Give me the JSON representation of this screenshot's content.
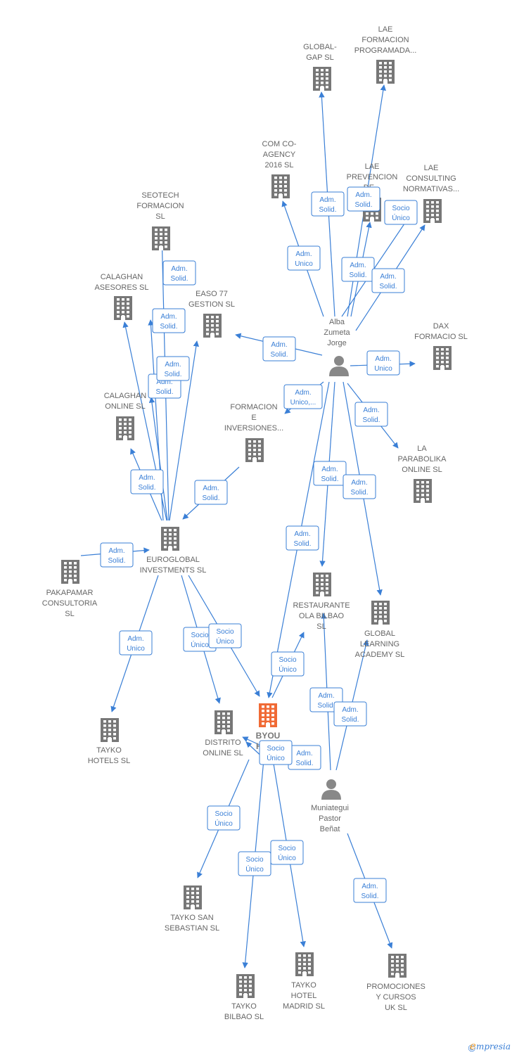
{
  "colors": {
    "edge": "#3a7fd6",
    "company": "#777777",
    "focus": "#f06a35",
    "person": "#888888"
  },
  "nodes": [
    {
      "id": "global_gap",
      "type": "company",
      "lines": [
        "GLOBAL-",
        "GAP SL"
      ]
    },
    {
      "id": "lae_formacion",
      "type": "company",
      "lines": [
        "LAE",
        "FORMACION",
        "PROGRAMADA..."
      ]
    },
    {
      "id": "com_co",
      "type": "company",
      "lines": [
        "COM CO-",
        "AGENCY",
        "2016  SL"
      ]
    },
    {
      "id": "lae_prevencion",
      "type": "company",
      "lines": [
        "LAE",
        "PREVENCION",
        "DE..."
      ]
    },
    {
      "id": "lae_consulting",
      "type": "company",
      "lines": [
        "LAE",
        "CONSULTING",
        "NORMATIVAS..."
      ]
    },
    {
      "id": "seotech",
      "type": "company",
      "lines": [
        "SEOTECH",
        "FORMACION",
        "SL"
      ]
    },
    {
      "id": "calaghan_asesores",
      "type": "company",
      "lines": [
        "CALAGHAN",
        "ASESORES SL"
      ]
    },
    {
      "id": "easo77",
      "type": "company",
      "lines": [
        "EASO 77",
        "GESTION SL"
      ]
    },
    {
      "id": "alba",
      "type": "person",
      "lines": [
        "Alba",
        "Zumeta",
        "Jorge"
      ]
    },
    {
      "id": "dax",
      "type": "company",
      "lines": [
        "DAX",
        "FORMACIO  SL"
      ]
    },
    {
      "id": "calaghan_online",
      "type": "company",
      "lines": [
        "CALAGHAN",
        "ONLINE SL"
      ]
    },
    {
      "id": "formacion_inv",
      "type": "company",
      "lines": [
        "FORMACION",
        "E",
        "INVERSIONES..."
      ]
    },
    {
      "id": "parabolika",
      "type": "company",
      "lines": [
        "LA",
        "PARABOLIKA",
        "ONLINE  SL"
      ]
    },
    {
      "id": "euroglobal",
      "type": "company",
      "lines": [
        "EUROGLOBAL",
        "INVESTMENTS SL"
      ]
    },
    {
      "id": "pakapamar",
      "type": "company",
      "lines": [
        "PAKAPAMAR",
        "CONSULTORIA",
        "SL"
      ]
    },
    {
      "id": "restaurante",
      "type": "company",
      "lines": [
        "RESTAURANTE",
        "OLA BILBAO",
        "SL"
      ]
    },
    {
      "id": "global_learning",
      "type": "company",
      "lines": [
        "GLOBAL",
        "LEARNING",
        "ACADEMY  SL"
      ]
    },
    {
      "id": "tayko_hotels",
      "type": "company",
      "lines": [
        "TAYKO",
        "HOTELS  SL"
      ]
    },
    {
      "id": "distrito",
      "type": "company",
      "lines": [
        "DISTRITO",
        "ONLINE SL"
      ]
    },
    {
      "id": "byou",
      "type": "focus",
      "lines": [
        "BYOU",
        "HOT..."
      ]
    },
    {
      "id": "muniategui",
      "type": "person",
      "lines": [
        "Muniategui",
        "Pastor",
        "Beñat"
      ]
    },
    {
      "id": "tayko_sebastian",
      "type": "company",
      "lines": [
        "TAYKO SAN",
        "SEBASTIAN  SL"
      ]
    },
    {
      "id": "tayko_bilbao",
      "type": "company",
      "lines": [
        "TAYKO",
        "BILBAO  SL"
      ]
    },
    {
      "id": "tayko_madrid",
      "type": "company",
      "lines": [
        "TAYKO",
        "HOTEL",
        "MADRID  SL"
      ]
    },
    {
      "id": "promociones",
      "type": "company",
      "lines": [
        "PROMOCIONES",
        "Y CURSOS",
        "UK SL"
      ]
    }
  ],
  "edges": [
    {
      "from": "alba",
      "to": "global_gap",
      "label": [
        "Adm.",
        "Solid."
      ]
    },
    {
      "from": "alba",
      "to": "lae_formacion",
      "label": [
        "Adm.",
        "Solid."
      ]
    },
    {
      "from": "alba",
      "to": "com_co",
      "label": [
        "Adm.",
        "Unico"
      ]
    },
    {
      "from": "alba",
      "to": "lae_prevencion",
      "label": [
        "Adm.",
        "Solid."
      ]
    },
    {
      "from": "alba",
      "to": "lae_consulting",
      "label": [
        "Socio",
        "Único"
      ]
    },
    {
      "from": "alba",
      "to": "lae_consulting",
      "label": [
        "Adm.",
        "Solid."
      ]
    },
    {
      "from": "alba",
      "to": "easo77",
      "label": [
        "Adm.",
        "Solid."
      ]
    },
    {
      "from": "alba",
      "to": "dax",
      "label": [
        "Adm.",
        "Unico"
      ]
    },
    {
      "from": "alba",
      "to": "formacion_inv",
      "label": [
        "Adm.",
        "Unico,..."
      ]
    },
    {
      "from": "alba",
      "to": "parabolika",
      "label": [
        "Adm.",
        "Solid."
      ]
    },
    {
      "from": "alba",
      "to": "restaurante",
      "label": [
        "Adm.",
        "Solid."
      ]
    },
    {
      "from": "alba",
      "to": "global_learning",
      "label": [
        "Adm.",
        "Solid."
      ]
    },
    {
      "from": "alba",
      "to": "byou",
      "label": [
        "Adm.",
        "Solid."
      ]
    },
    {
      "from": "euroglobal",
      "to": "seotech",
      "label": [
        "Adm.",
        "Solid."
      ]
    },
    {
      "from": "euroglobal",
      "to": "calaghan_asesores",
      "label": [
        "Adm.",
        "Solid."
      ]
    },
    {
      "from": "euroglobal",
      "to": "calaghan_asesores",
      "label": [
        "Adm.",
        "Solid."
      ]
    },
    {
      "from": "euroglobal",
      "to": "calaghan_online",
      "label": [
        "Adm.",
        "Solid."
      ]
    },
    {
      "from": "euroglobal",
      "to": "calaghan_online",
      "label": [
        "Adm.",
        "Solid."
      ]
    },
    {
      "from": "euroglobal",
      "to": "calaghan_online",
      "label": [
        "Adm.",
        "Solid."
      ]
    },
    {
      "from": "formacion_inv",
      "to": "euroglobal",
      "label": [
        "Adm.",
        "Solid."
      ]
    },
    {
      "from": "pakapamar",
      "to": "euroglobal",
      "label": [
        "Adm.",
        "Solid."
      ]
    },
    {
      "from": "euroglobal",
      "to": "tayko_hotels",
      "label": [
        "Adm.",
        "Unico"
      ]
    },
    {
      "from": "euroglobal",
      "to": "distrito",
      "label": [
        "Socio",
        "Único"
      ]
    },
    {
      "from": "euroglobal",
      "to": "byou",
      "label": [
        "Socio",
        "Único"
      ]
    },
    {
      "from": "byou",
      "to": "restaurante",
      "label": [
        "Socio",
        "Único"
      ]
    },
    {
      "from": "muniategui",
      "to": "restaurante",
      "label": [
        "Adm.",
        "Solid."
      ]
    },
    {
      "from": "muniategui",
      "to": "global_learning",
      "label": [
        "Adm.",
        "Solid."
      ]
    },
    {
      "from": "muniategui",
      "to": "distrito",
      "label": [
        "Adm.",
        "Solid."
      ]
    },
    {
      "from": "byou",
      "to": "distrito",
      "label": [
        "Socio",
        "Único"
      ]
    },
    {
      "from": "byou",
      "to": "tayko_sebastian",
      "label": [
        "Socio",
        "Único"
      ]
    },
    {
      "from": "byou",
      "to": "tayko_bilbao",
      "label": [
        "Socio",
        "Único"
      ]
    },
    {
      "from": "byou",
      "to": "tayko_madrid",
      "label": [
        "Socio",
        "Único"
      ]
    },
    {
      "from": "muniategui",
      "to": "promociones",
      "label": [
        "Adm.",
        "Solid."
      ]
    }
  ],
  "footer": {
    "copyright": "©",
    "brand_initial": "e",
    "brand_rest": "mpresia"
  }
}
